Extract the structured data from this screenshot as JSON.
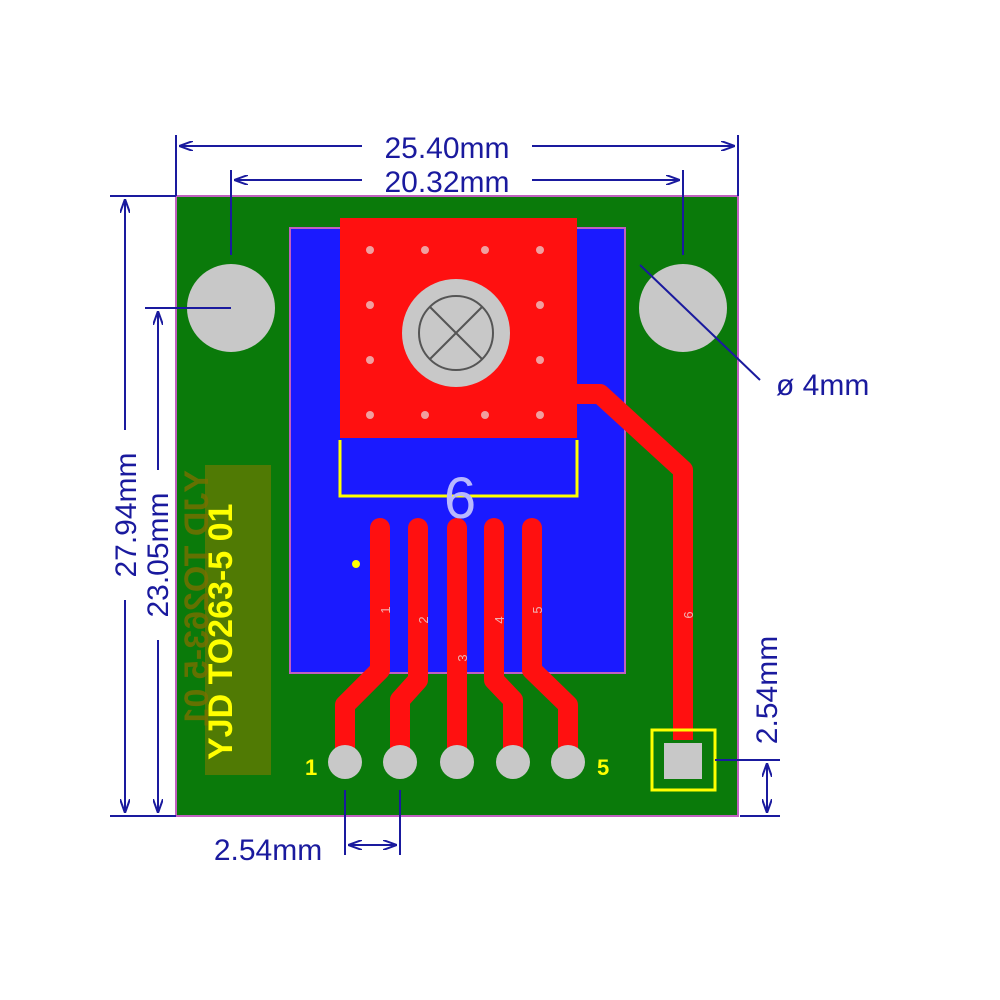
{
  "dimensions": {
    "width_outer": "25.40mm",
    "width_holes": "20.32mm",
    "height_outer": "27.94mm",
    "height_inner": "23.05mm",
    "hole_diameter": "ø 4mm",
    "pitch_bottom": "2.54mm",
    "pitch_right": "2.54mm"
  },
  "silkscreen": {
    "title": "YJD TO263-5 01",
    "mirrored_title": "YJD TO263-5 01",
    "tab_number": "6",
    "pin_first": "1",
    "pin_last": "5"
  },
  "trace_labels": {
    "pin1": "1",
    "pin2": "2",
    "pin3": "3",
    "pin4": "4",
    "pin5": "5",
    "pin6": "6"
  },
  "colors": {
    "board": "#0a7a0a",
    "copper_bottom": "#1a1aff",
    "copper_top": "#ff1010",
    "pad": "#c8c8c8",
    "silkscreen": "#ffff00",
    "dimension": "#1a1a9e"
  }
}
